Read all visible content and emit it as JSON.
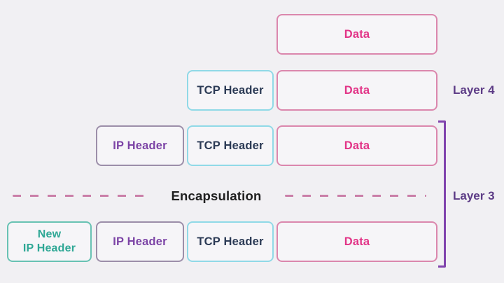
{
  "diagram": {
    "boxes": {
      "data_label": "Data",
      "tcp_label": "TCP Header",
      "ip_label": "IP Header",
      "new_ip_line1": "New",
      "new_ip_line2": "IP Header"
    },
    "labels": {
      "layer4": "Layer 4",
      "layer3": "Layer 3",
      "encapsulation": "Encapsulation"
    },
    "colors": {
      "background": "#f1f0f3",
      "box_fill": "#f6f5f8",
      "data_border": "#db87ad",
      "data_text": "#e23487",
      "tcp_border": "#90d9e7",
      "tcp_text": "#2b3a55",
      "ip_border": "#9c8ea9",
      "ip_text": "#7c44a6",
      "new_ip_border": "#68c2b3",
      "new_ip_text": "#2ea795",
      "layer_label_text": "#5d3c86",
      "bracket": "#8044ad",
      "encapsulation_text": "#1f1f1f",
      "dash": "#ca7fa8"
    }
  }
}
